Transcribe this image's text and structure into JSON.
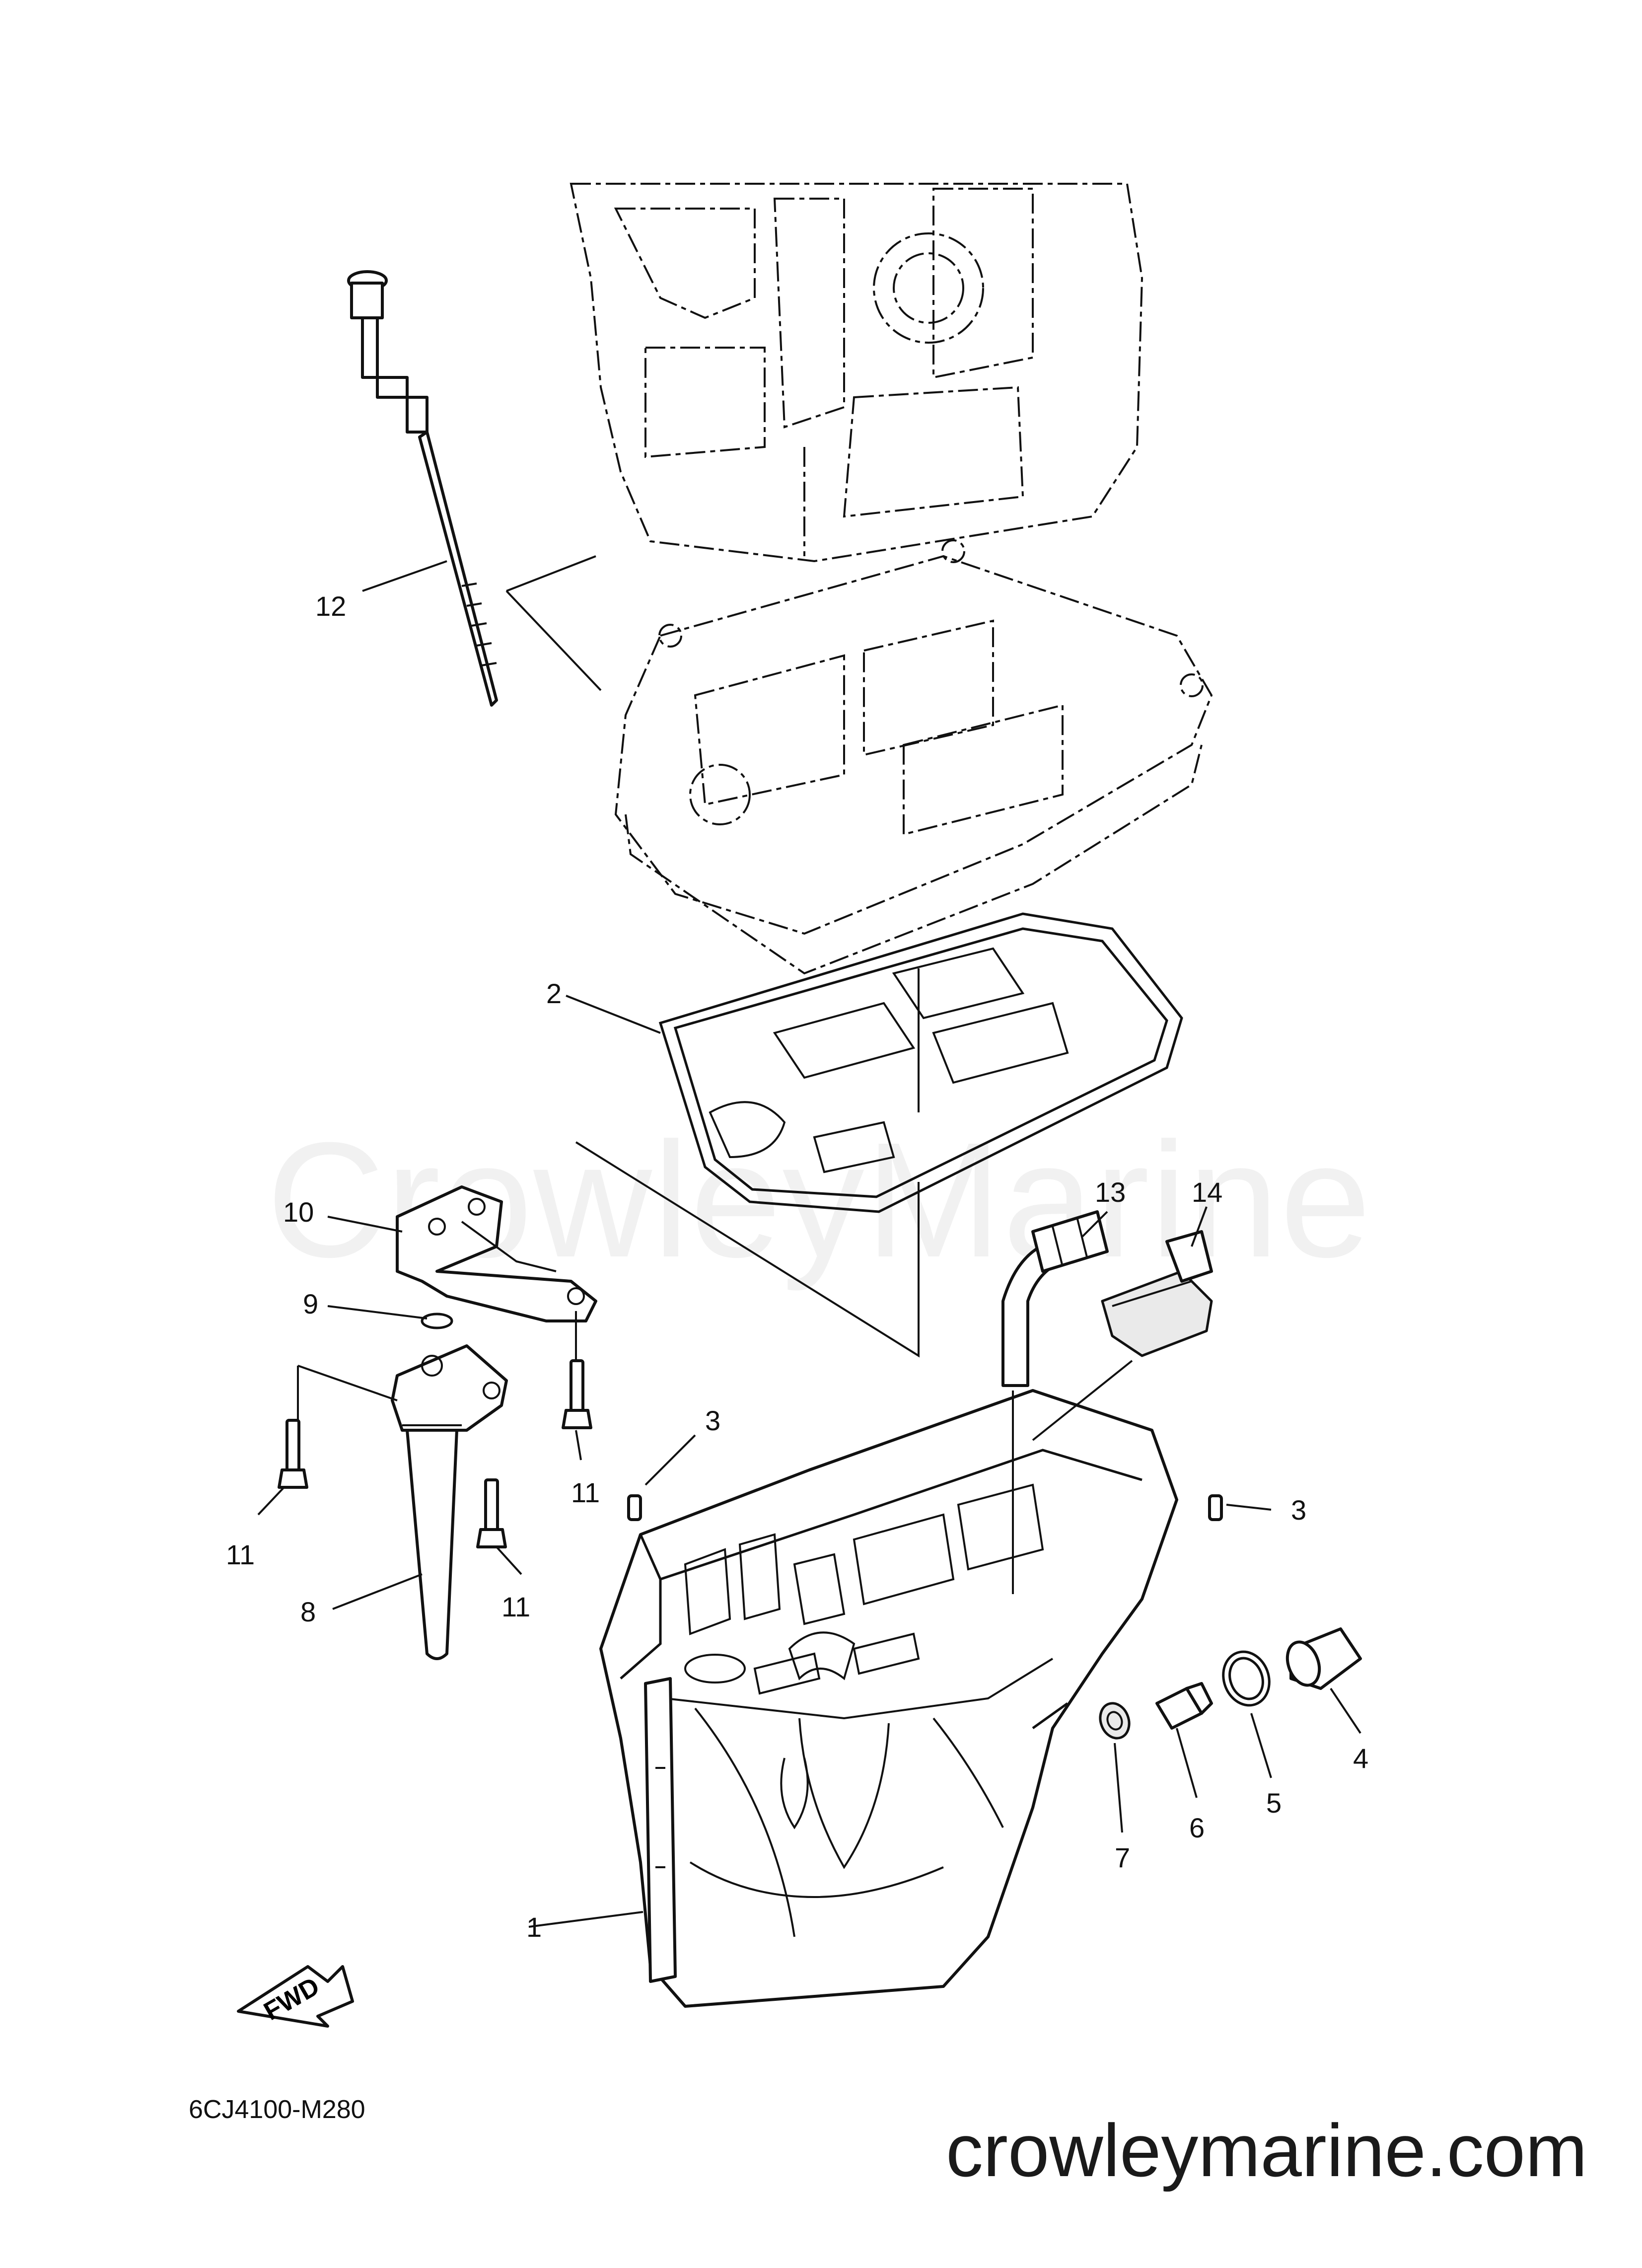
{
  "watermark": "CrowleyMarine",
  "footer_url": "crowleymarine.com",
  "diagram_code": "6CJ4100-M280",
  "fwd_label": "FWD",
  "callouts": {
    "c1": "1",
    "c2": "2",
    "c3a": "3",
    "c3b": "3",
    "c4": "4",
    "c5": "5",
    "c6": "6",
    "c7": "7",
    "c8": "8",
    "c9": "9",
    "c10": "10",
    "c11a": "11",
    "c11b": "11",
    "c11c": "11",
    "c12": "12",
    "c13": "13",
    "c14": "14"
  }
}
